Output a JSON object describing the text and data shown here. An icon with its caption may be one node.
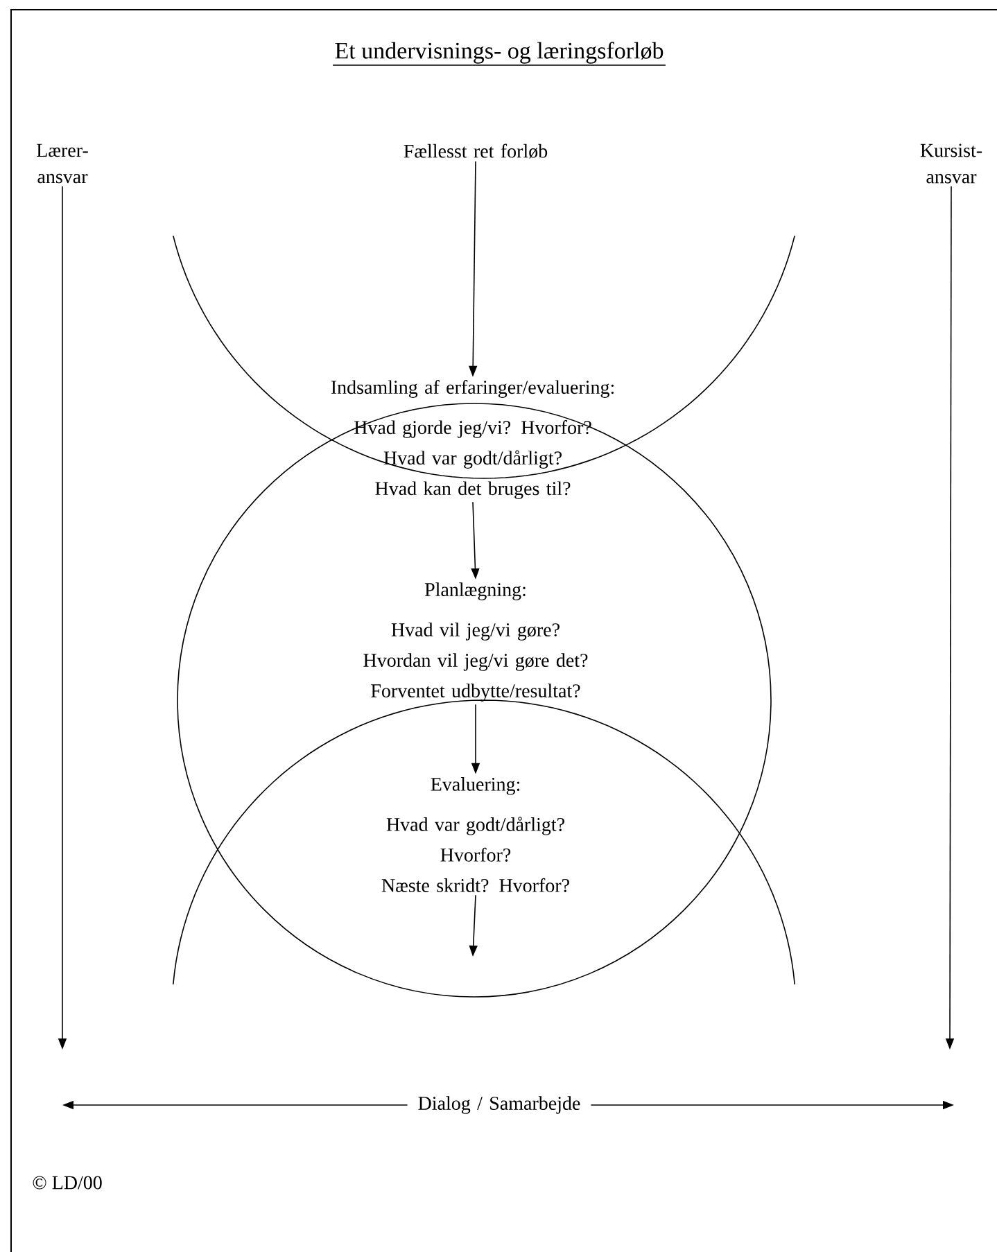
{
  "diagram": {
    "title": "Et undervisnings- og læringsforløb",
    "nodes": [
      {
        "text": [
          "Lærer- ansvar"
        ]
      },
      {
        "text": [
          "Fællesst ret forløb"
        ]
      },
      {
        "text": [
          "Kursist- ansvar"
        ]
      },
      {
        "text": [
          "Indsamling af erfaringer/evaluering:",
          "Hvad gjorde jeg/vi? Hvorfor?",
          "Hvad var godt/dårligt?",
          "Hvad kan det bruges til?"
        ]
      },
      {
        "text": [
          "Planlægning:",
          "Hvad vil jeg/vi gøre?",
          "Hvordan vil jeg/vi gøre det?",
          "Forventet udbytte/resultat?"
        ]
      },
      {
        "text": [
          "Evaluering:",
          "Hvad var godt/dårligt?",
          "Hvorfor?",
          "Næste skridt? Hvorfor?"
        ]
      },
      {
        "text": [
          "Dialog / Samarbejde"
        ]
      }
    ],
    "edges": [
      {
        "from": 0,
        "to": null,
        "arrow": "to"
      },
      {
        "from": 2,
        "to": null,
        "arrow": "to"
      },
      {
        "from": 1,
        "to": 3,
        "arrow": "to"
      },
      {
        "from": 3,
        "to": 4,
        "arrow": "to"
      },
      {
        "from": 4,
        "to": 5,
        "arrow": "to"
      },
      {
        "from": 5,
        "to": null,
        "arrow": "to"
      },
      {
        "from": 6,
        "to": null,
        "arrow": "to"
      },
      {
        "from": 6,
        "to": null,
        "arrow": "to"
      }
    ],
    "labels": [
      "© LD/00"
    ]
  }
}
